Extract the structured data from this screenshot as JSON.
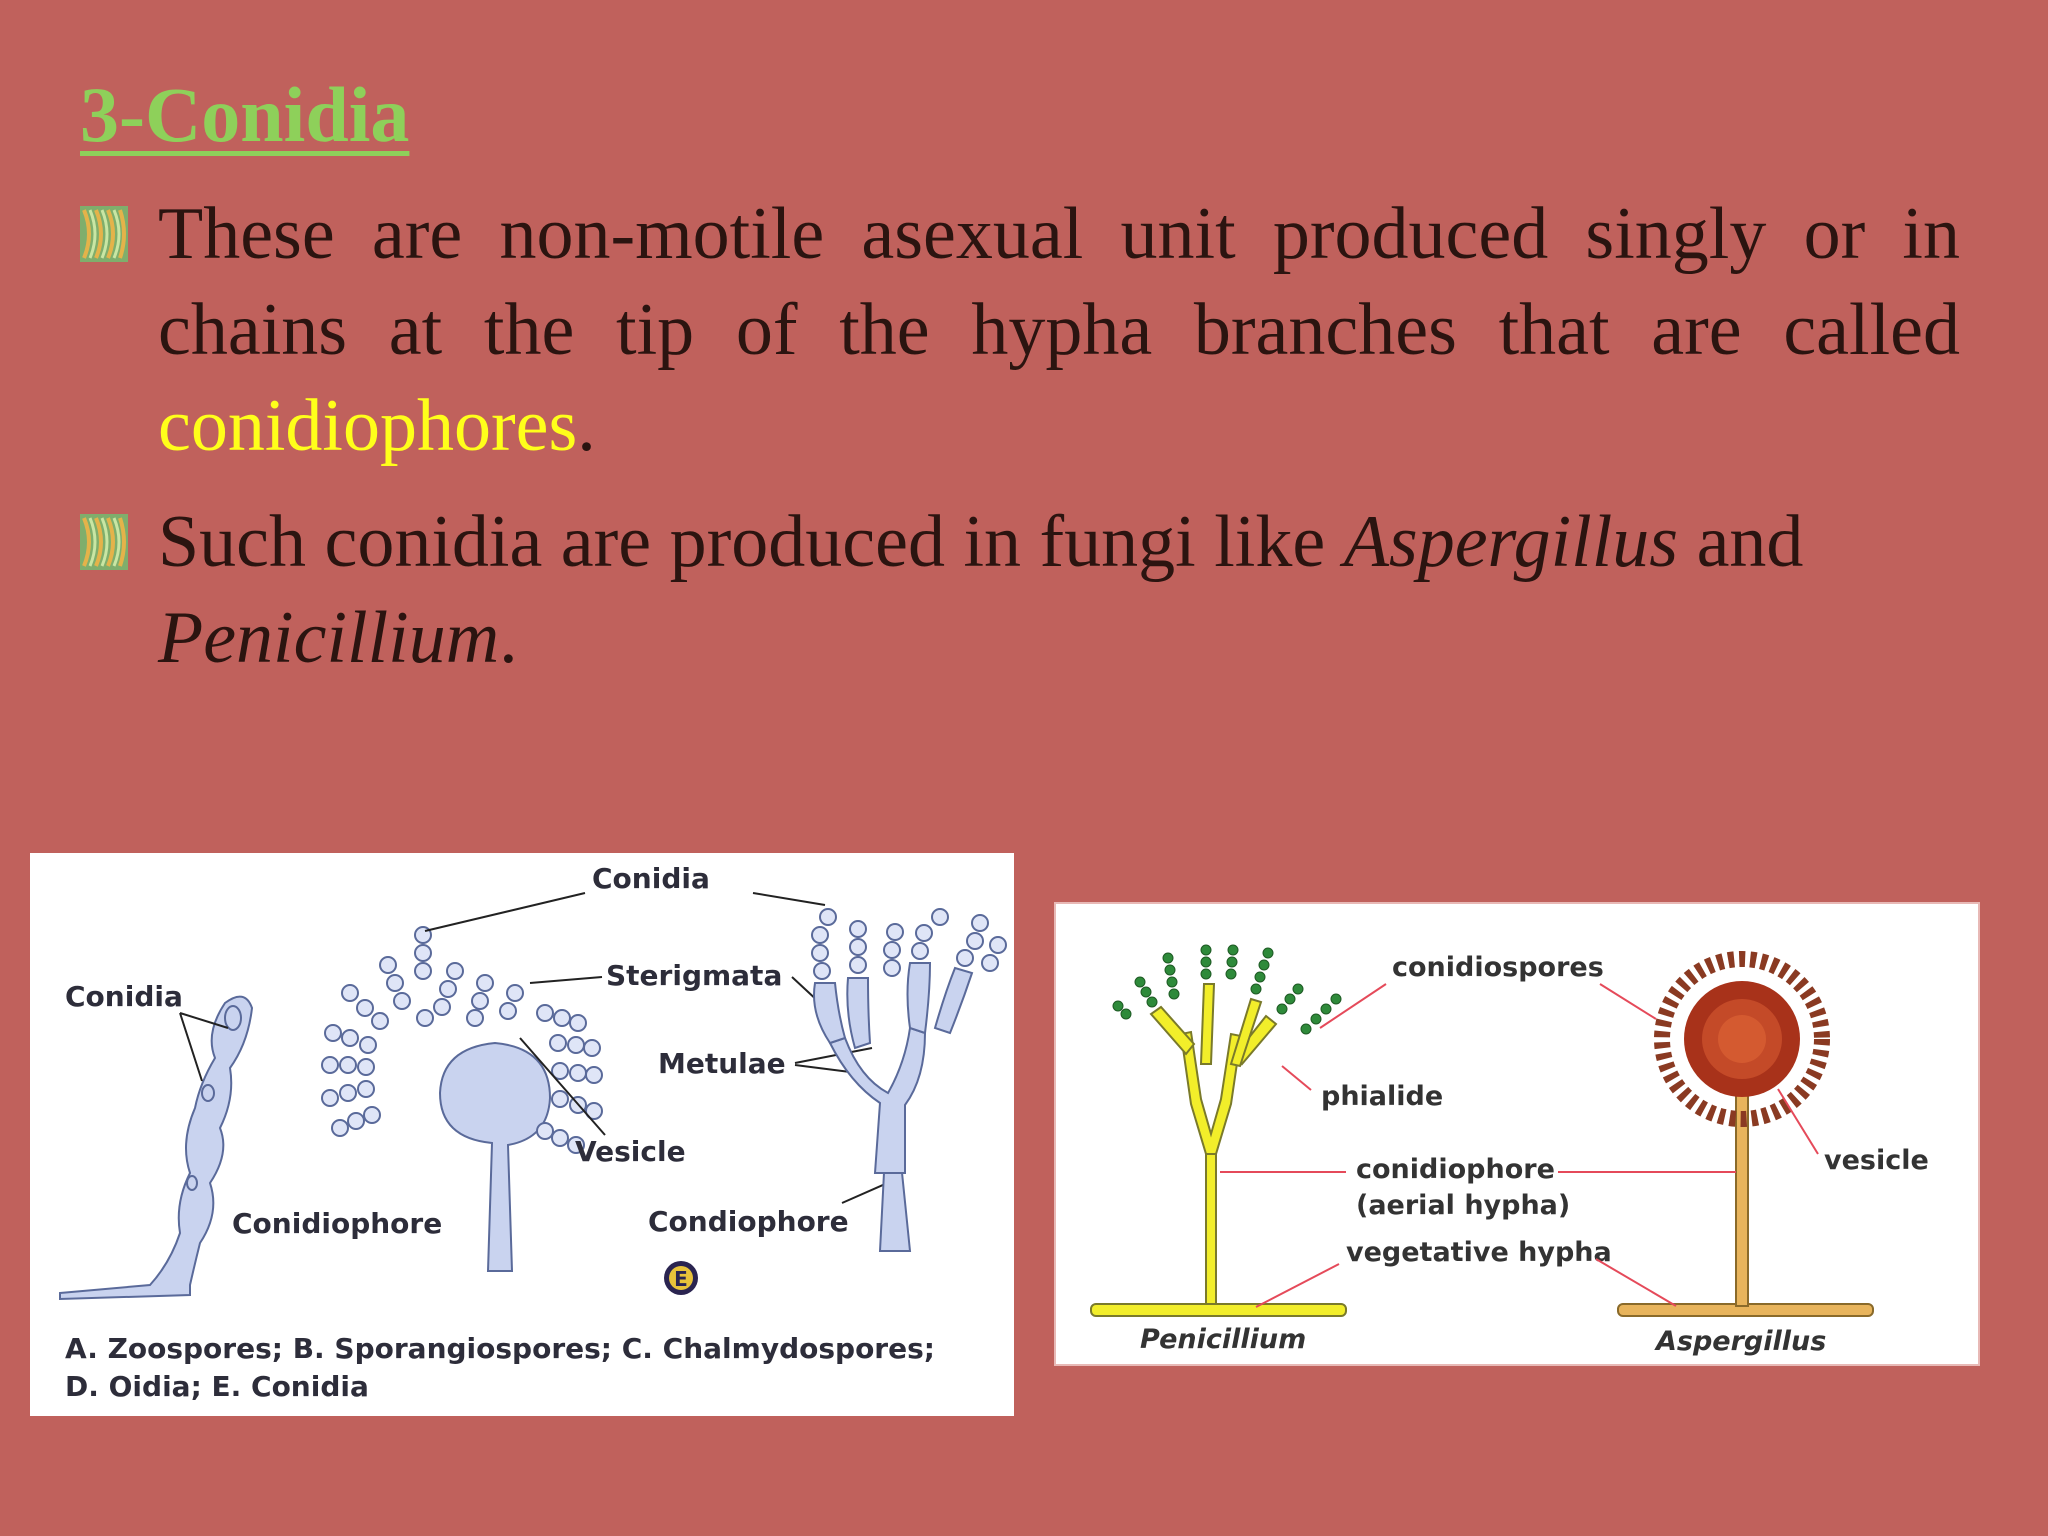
{
  "title": "3-Conidia",
  "bullets": [
    {
      "text_before": "These are non-motile asexual unit produced singly or in chains at the tip of the hypha branches that are called ",
      "highlight": "conidiophores",
      "text_after": "."
    },
    {
      "text_before": "Such conidia  are produced in fungi like ",
      "italic_1": "Aspergillus",
      "text_middle": " and ",
      "italic_2": "Penicillium",
      "text_after": "."
    }
  ],
  "figure_left": {
    "labels": {
      "conidia_left": "Conidia",
      "conidiophore": "Conidiophore",
      "conidia_top": "Conidia",
      "sterigmata": "Sterigmata",
      "metulae": "Metulae",
      "vesicle": "Vesicle",
      "condiophore": "Condiophore",
      "badge": "E"
    },
    "caption_line1": "A. Zoospores; B. Sporangiospores; C. Chalmydospores;",
    "caption_line2": "D. Oidia; E. Conidia"
  },
  "figure_right": {
    "labels": {
      "conidiospores": "conidiospores",
      "phialide": "phialide",
      "conidiophore": "conidiophore",
      "aerial_hypha": "(aerial hypha)",
      "vegetative_hypha": "vegetative hypha",
      "vesicle": "vesicle",
      "penicillium": "Penicillium",
      "aspergillus": "Aspergillus"
    }
  },
  "colors": {
    "background": "#c0615c",
    "title": "#8ed05a",
    "body_text": "#2b1410",
    "highlight": "#ffff1a",
    "penicillium": "#f2ee2a",
    "aspergillus": "#e8b45c"
  }
}
